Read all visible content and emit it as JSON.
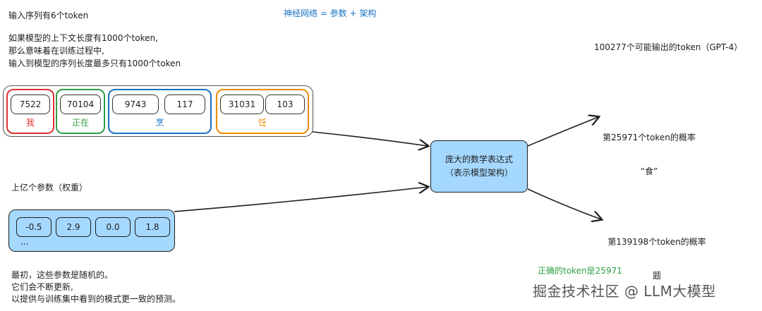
{
  "header": {
    "top_title": "神经网络 = 参数 + 架构",
    "input_seq": "输入序列有6个token",
    "context_note": [
      "如果模型的上下文长度有1000个token,",
      "那么意味着在训练过程中,",
      "输入到模型的序列长度最多只有1000个token"
    ],
    "vocab_note": "100277个可能输出的token（GPT-4）"
  },
  "tokens": {
    "groups": [
      {
        "color": "#e03131",
        "ids": [
          "7522"
        ],
        "label": "我"
      },
      {
        "color": "#2f9e44",
        "ids": [
          "70104"
        ],
        "label": "正在"
      },
      {
        "color": "#1971c2",
        "ids": [
          "9743",
          "117"
        ],
        "label": "烹"
      },
      {
        "color": "#f08c00",
        "ids": [
          "31031",
          "103"
        ],
        "label": "饪"
      }
    ]
  },
  "params": {
    "title": "上亿个参数（权重）",
    "values": [
      "-0.5",
      "2.9",
      "0.0",
      "1.8"
    ],
    "ellipsis": "...",
    "note": [
      "最初，这些参数是随机的。",
      "它们会不断更新,",
      "以提供与训练集中看到的模式更一致的预测。"
    ]
  },
  "model": {
    "line1": "庞大的数学表达式",
    "line2": "（表示模型架构）"
  },
  "outputs": [
    {
      "line1": "第25971个token的概率",
      "line2": "“食”"
    },
    {
      "line1": "第139198个token的概率",
      "line2": "题"
    }
  ],
  "correct": "正确的token是25971",
  "watermark": "掘金技术社区 @ LLM大模型"
}
